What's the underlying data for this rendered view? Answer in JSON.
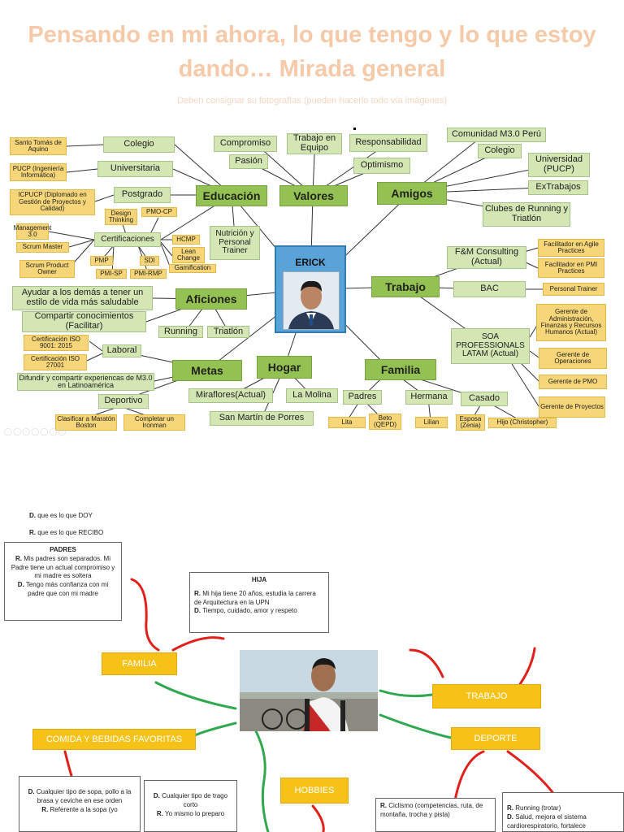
{
  "title": "Pensando en mi ahora, lo que tengo y lo que estoy dando… Mirada general",
  "subtitle": "Deben consignar su fotografías (pueden hacerlo todo vía imágenes)",
  "center": {
    "name": "ERICK"
  },
  "hubs": {
    "educacion": "Educación",
    "valores": "Valores",
    "amigos": "Amigos",
    "trabajo": "Trabajo",
    "familia": "Familia",
    "hogar": "Hogar",
    "metas": "Metas",
    "aficiones": "Aficiones"
  },
  "educacion": {
    "colegio": "Colegio",
    "universitaria": "Universitaria",
    "postgrado": "Postgrado",
    "certificaciones": "Certificaciones",
    "santo_tomas": "Santo Tomás de Aquino",
    "pucp_ing": "PUCP (Ingeniería Informática)",
    "icpucp": "ICPUCP (Diplomado en Gestión de Proyectos y Calidad)",
    "design_thinking": "Design Thinking",
    "pmo_cp": "PMO-CP",
    "management": "Management 3.0",
    "scrum_master": "Scrum Master",
    "scrum_po": "Scrum Product Owner",
    "pmp": "PMP",
    "pmi_sp": "PMI-SP",
    "sdi": "SDI",
    "pmi_rmp": "PMI-RMP",
    "hcmp": "HCMP",
    "lean_change": "Lean Change",
    "gamification": "Gamification",
    "nutricion": "Nutrición y Personal Trainer"
  },
  "valores": {
    "compromiso": "Compromiso",
    "pasion": "Pasión",
    "trabajo_equipo": "Trabajo en Equipo",
    "responsabilidad": "Responsabilidad",
    "optimismo": "Optimismo"
  },
  "amigos": {
    "comunidad": "Comunidad M3.0 Perú",
    "colegio": "Colegio",
    "universidad": "Universidad (PUCP)",
    "extrabajos": "ExTrabajos",
    "clubes": "Clubes de Running y Triatlón"
  },
  "trabajo": {
    "fm": "F&M Consulting (Actual)",
    "agile": "Facilitador en Agile Practices",
    "pmi_practices": "Facilitador en PMI Practices",
    "bac": "BAC",
    "personal_trainer": "Personal Trainer",
    "soa": "SOA PROFESSIONALS LATAM (Actual)",
    "gerente_admin": "Gerente de Administración, Finanzas y Recursos Humanos (Actual)",
    "gerente_ops": "Gerente de Operaciones",
    "gerente_pmo": "Gerente de PMO",
    "gerente_proy": "Gerente de Proyectos"
  },
  "familia": {
    "padres": "Padres",
    "hermana": "Hermana",
    "casado": "Casado",
    "lita": "Lita",
    "beto": "Beto (QEPD)",
    "lilian": "Lilian",
    "esposa": "Esposa (Zenia)",
    "hijo": "Hijo (Christopher)"
  },
  "hogar": {
    "miraflores": "Miraflores(Actual)",
    "la_molina": "La Molina",
    "san_martin": "San Martín de Porres"
  },
  "metas": {
    "laboral": "Laboral",
    "iso9001": "Certificación ISO 9001: 2015",
    "iso27001": "Certificación ISO 27001",
    "difundir": "Difundir y compartir experiencas de M3.0 en Latinoamérica",
    "deportivo": "Deportivo",
    "maraton": "Clasificar a Maratón Boston",
    "ironman": "Completar un Ironman"
  },
  "aficiones": {
    "ayudar": "Ayudar a los demás a tener un estilo de vida más saludable",
    "compartir": "Compartir conocimientos (Facilitar)",
    "running": "Running",
    "triatlon": "Triatlón"
  },
  "legend": {
    "d_letter": "D.",
    "d_text": "que es lo que DOY",
    "r_letter": "R.",
    "r_text": "que es lo que RECIBO"
  },
  "map2": {
    "padres_title": "PADRES",
    "padres_r": "Mis padres son separados. Mi Padre tiene un actual compromiso y mi madre es soltera",
    "padres_d": "Tengo más confianza con mi padre que con mi madre",
    "hija_title": "HIJA",
    "hija_r": "Mi hija tiene 20 años, estudia la carrera de Arquitectura en la UPN",
    "hija_d": "Tiempo, cuidado, amor y respeto",
    "familia": "FAMILIA",
    "trabajo": "TRABAJO",
    "comida": "COMIDA Y BEBIDAS FAVORITAS",
    "deporte": "DEPORTE",
    "hobbies": "HOBBIES",
    "comida_d": "Cualquier tipo de sopa, pollo a la brasa y ceviche en ese orden",
    "comida_r": "Referente a la sopa (yo",
    "trago_d": "Cualquier tipo de trago corto",
    "trago_r": "Yo mismo lo preparo",
    "ciclismo_r": "Ciclismo (competencias, ruta, de montaña, trocha y pista)",
    "running_r": "Running (trotar)",
    "running_d": "Salud, mejora el sistema cardiorespiratorio, fortalece"
  },
  "colors": {
    "hub_green": "#93c152",
    "node_green": "#d3e6b4",
    "leaf_yellow": "#f7d679",
    "center_blue": "#5aa3d8",
    "map2_orange": "#f7c218",
    "connector_red": "#e0201b",
    "connector_green": "#2fa84f"
  }
}
